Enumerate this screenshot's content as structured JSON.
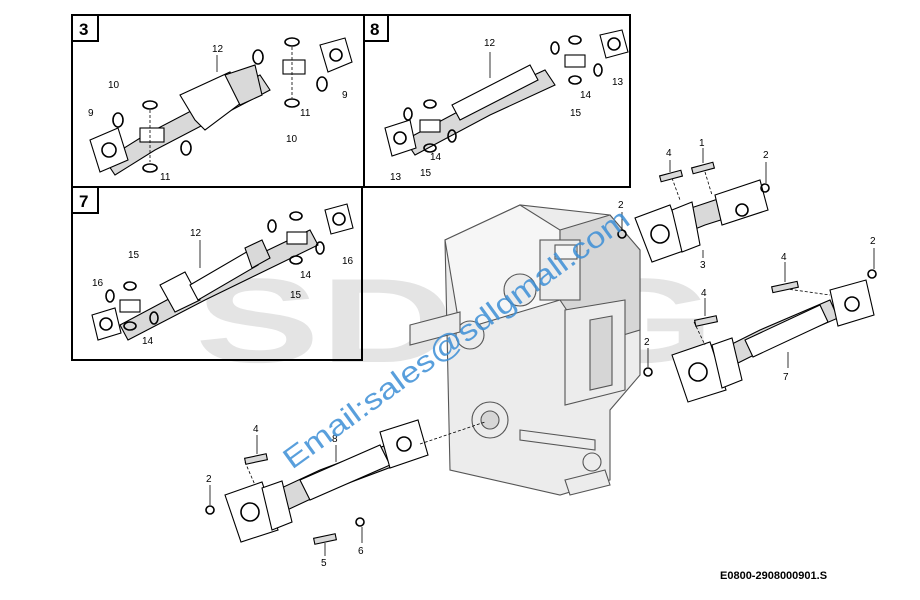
{
  "detail_tags": {
    "d3": "3",
    "d8": "8",
    "d7": "7"
  },
  "callouts": {
    "c_d3_12": "12",
    "c_d3_10a": "10",
    "c_d3_9a": "9",
    "c_d3_11a": "11",
    "c_d3_9b": "9",
    "c_d3_11b": "11",
    "c_d3_10b": "10",
    "c_d8_12": "12",
    "c_d8_13a": "13",
    "c_d8_14a": "14",
    "c_d8_15a": "15",
    "c_d8_14b": "14",
    "c_d8_13b": "13",
    "c_d8_15b": "15",
    "c_d7_12": "12",
    "c_d7_15a": "15",
    "c_d7_16a": "16",
    "c_d7_14a": "14",
    "c_d7_14b": "14",
    "c_d7_15b": "15",
    "c_d7_16b": "16",
    "c_m_4a": "4",
    "c_m_1": "1",
    "c_m_2a": "2",
    "c_m_2b": "2",
    "c_m_3": "3",
    "c_m_2c": "2",
    "c_m_4b": "4",
    "c_m_4c": "4",
    "c_m_2d": "2",
    "c_m_7": "7",
    "c_m_4d": "4",
    "c_m_8": "8",
    "c_m_2e": "2",
    "c_m_5": "5",
    "c_m_6": "6"
  },
  "watermark": {
    "brand": "SDLG",
    "email": "Email:sales@sdlgmall.com"
  },
  "drawing_code": "E0800-2908000901.S"
}
